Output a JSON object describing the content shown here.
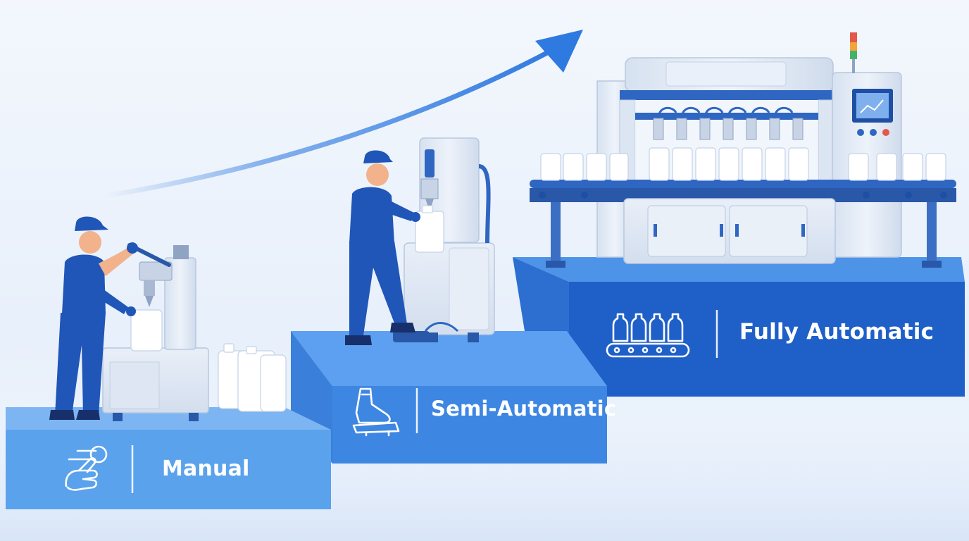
{
  "stages": [
    {
      "id": "manual",
      "label": "Manual",
      "icon": "hand-pointer-icon"
    },
    {
      "id": "semi",
      "label": "Semi-Automatic",
      "icon": "foot-pedal-icon"
    },
    {
      "id": "full",
      "label": "Fully Automatic",
      "icon": "bottles-conveyor-icon"
    }
  ],
  "colors": {
    "step_light": "#5aa2ec",
    "step_mid": "#3d86e2",
    "step_dark": "#1f5fc8",
    "arrow": "#2f7ae0",
    "machine": "#e6edf7",
    "worker": "#1f56b8",
    "background": "#eef4fc"
  }
}
